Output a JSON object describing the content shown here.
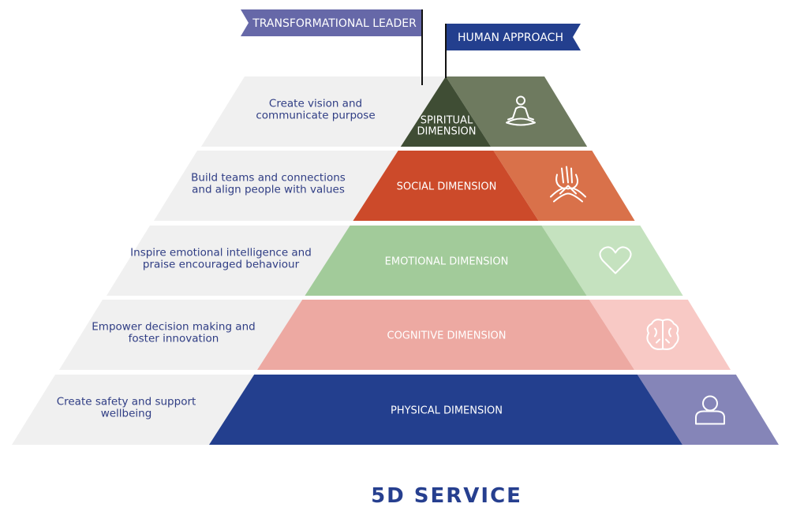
{
  "flags": {
    "left": {
      "label": "TRANSFORMATIONAL LEADER",
      "color": "#6668a8"
    },
    "right": {
      "label": "HUMAN APPROACH",
      "color": "#233f8e"
    }
  },
  "levels": [
    {
      "dimension": [
        "SPIRITUAL",
        "DIMENSION"
      ],
      "leader": [
        "Create vision and",
        "communicate purpose"
      ],
      "icon": "meditation-icon",
      "center_color": "#3f4d34",
      "side_color": "#6e7a5f"
    },
    {
      "dimension": [
        "SOCIAL DIMENSION"
      ],
      "leader": [
        "Build teams and connections",
        "and align people with values"
      ],
      "icon": "hands-together-icon",
      "center_color": "#cc4a2a",
      "side_color": "#d9714a"
    },
    {
      "dimension": [
        "EMOTIONAL DIMENSION"
      ],
      "leader": [
        "Inspire emotional intelligence and",
        "praise encouraged behaviour"
      ],
      "icon": "heart-icon",
      "center_color": "#a2cb9a",
      "side_color": "#c5e2bf"
    },
    {
      "dimension": [
        "COGNITIVE DIMENSION"
      ],
      "leader": [
        "Empower decision making and",
        "foster innovation"
      ],
      "icon": "brain-icon",
      "center_color": "#eda9a2",
      "side_color": "#f8c9c5"
    },
    {
      "dimension": [
        "PHYSICAL DIMENSION"
      ],
      "leader": [
        "Create safety and support",
        "wellbeing"
      ],
      "icon": "person-icon",
      "center_color": "#233f8e",
      "side_color": "#8585b8"
    }
  ],
  "title": "5D SERVICE"
}
